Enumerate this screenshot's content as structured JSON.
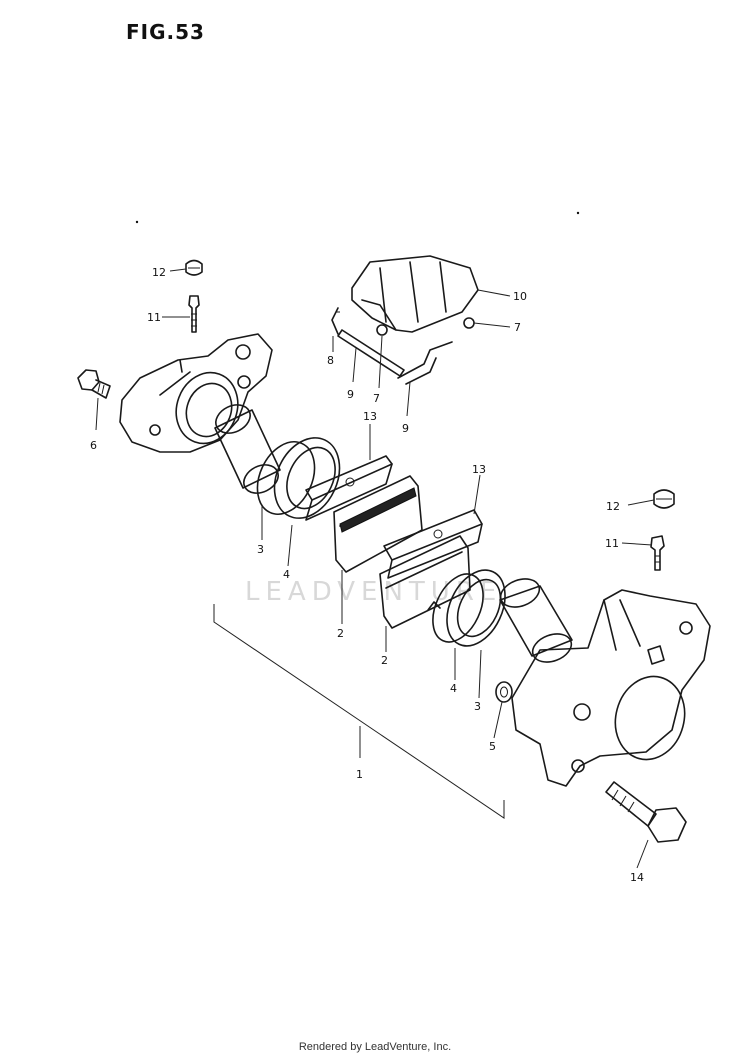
{
  "figure": {
    "title": "FIG.53",
    "watermark": "LEADVENTURE",
    "footer": "Rendered by LeadVenture, Inc."
  },
  "callouts": [
    "12",
    "11",
    "6",
    "10",
    "7",
    "8",
    "9",
    "7",
    "9",
    "13",
    "13",
    "12",
    "11",
    "3",
    "4",
    "2",
    "2",
    "4",
    "3",
    "5",
    "1",
    "14"
  ],
  "colors": {
    "line": "#1a1a1a",
    "background": "#ffffff",
    "watermark": "#d8d8d8"
  }
}
